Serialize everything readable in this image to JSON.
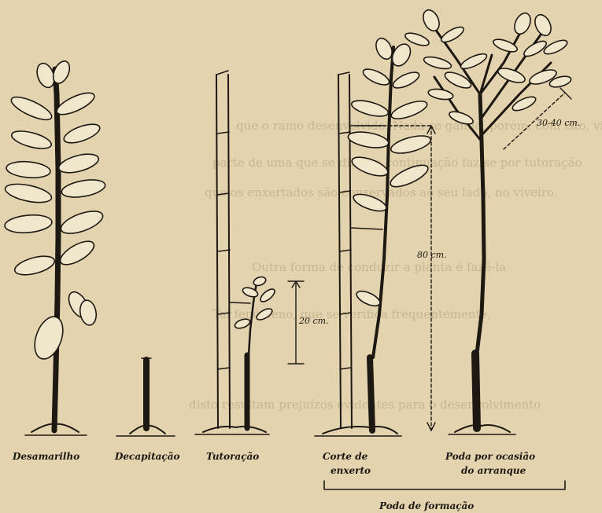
{
  "figure": {
    "panels": [
      {
        "id": "desamarilho",
        "label": "Desamarilho"
      },
      {
        "id": "decapitacao",
        "label": "Decapitação"
      },
      {
        "id": "tutoracao",
        "label": "Tutoração"
      },
      {
        "id": "corte",
        "label_line1": "Corte de",
        "label_line2": "enxerto"
      },
      {
        "id": "poda-arranque",
        "label_line1": "Poda por ocasião",
        "label_line2": "do arranque"
      }
    ],
    "group_label": "Poda de formação",
    "measurements": {
      "tutoracao_height": "20 cm.",
      "corte_height": "80 cm.",
      "poda_length": "30-40 cm."
    },
    "background_text": [
      "que o ramo desenvolvido. Nada se ganha, porém, com isto, visto",
      "parte de uma que se diz, e a continuação faz-se por tutoração",
      "que os enxertados são conservados ao seu lado, no viveiro.",
      "Outra forma de conduzir a planta é fazê-la",
      "Tal fenómeno, que se verifica frequentemente,",
      "disto resultam prejuízos evidentes para o desenvolvimento"
    ]
  }
}
